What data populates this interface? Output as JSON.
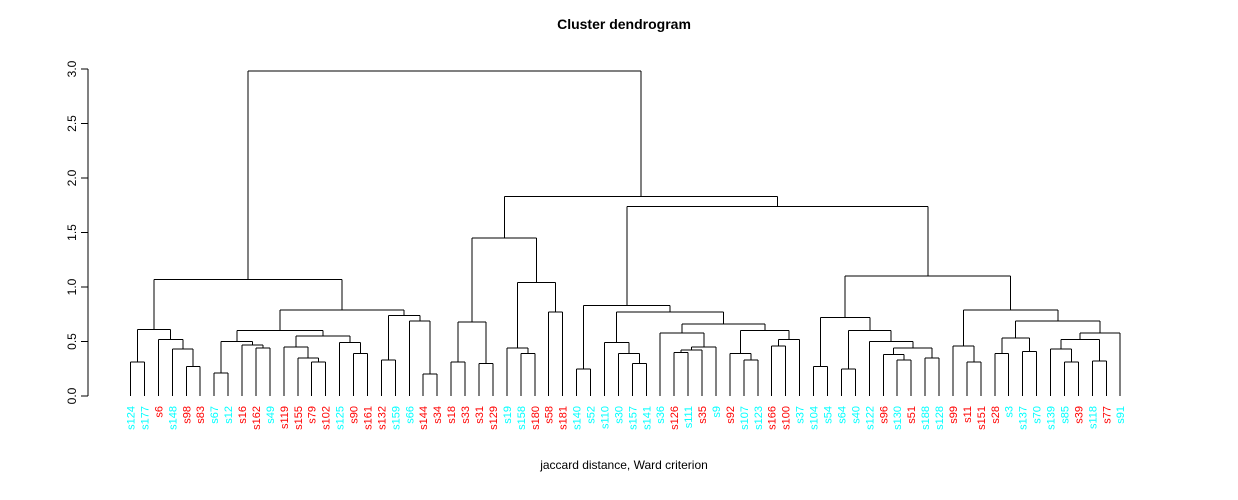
{
  "title": "Cluster dendrogram",
  "xlabel": "jaccard distance, Ward criterion",
  "colors": {
    "red": "#ff0000",
    "cyan": "#00ffff",
    "line": "#000000"
  },
  "chart_data": {
    "type": "dendrogram",
    "title": "Cluster dendrogram",
    "xlabel": "jaccard distance, Ward criterion",
    "ylabel": "",
    "ylim": [
      0,
      3.0
    ],
    "ytick_values": [
      0,
      0.5,
      1.0,
      1.5,
      2.0,
      2.5,
      3.0
    ],
    "ytick_labels": [
      "0.0",
      "0.5",
      "1.0",
      "1.5",
      "2.0",
      "2.5",
      "3.0"
    ],
    "n_leaves": 72,
    "legend": "leaf label colors indicate cluster membership: red or cyan",
    "leaves": [
      {
        "label": "s124",
        "cluster": "cyan"
      },
      {
        "label": "s177",
        "cluster": "cyan"
      },
      {
        "label": "s6",
        "cluster": "red"
      },
      {
        "label": "s148",
        "cluster": "cyan"
      },
      {
        "label": "s98",
        "cluster": "red"
      },
      {
        "label": "s83",
        "cluster": "red"
      },
      {
        "label": "s67",
        "cluster": "cyan"
      },
      {
        "label": "s12",
        "cluster": "cyan"
      },
      {
        "label": "s16",
        "cluster": "red"
      },
      {
        "label": "s162",
        "cluster": "red"
      },
      {
        "label": "s49",
        "cluster": "cyan"
      },
      {
        "label": "s119",
        "cluster": "red"
      },
      {
        "label": "s155",
        "cluster": "red"
      },
      {
        "label": "s79",
        "cluster": "red"
      },
      {
        "label": "s102",
        "cluster": "red"
      },
      {
        "label": "s125",
        "cluster": "cyan"
      },
      {
        "label": "s90",
        "cluster": "red"
      },
      {
        "label": "s161",
        "cluster": "red"
      },
      {
        "label": "s132",
        "cluster": "red"
      },
      {
        "label": "s159",
        "cluster": "cyan"
      },
      {
        "label": "s66",
        "cluster": "cyan"
      },
      {
        "label": "s144",
        "cluster": "red"
      },
      {
        "label": "s34",
        "cluster": "red"
      },
      {
        "label": "s18",
        "cluster": "red"
      },
      {
        "label": "s33",
        "cluster": "red"
      },
      {
        "label": "s31",
        "cluster": "red"
      },
      {
        "label": "s129",
        "cluster": "red"
      },
      {
        "label": "s19",
        "cluster": "cyan"
      },
      {
        "label": "s158",
        "cluster": "cyan"
      },
      {
        "label": "s180",
        "cluster": "red"
      },
      {
        "label": "s58",
        "cluster": "red"
      },
      {
        "label": "s181",
        "cluster": "red"
      },
      {
        "label": "s140",
        "cluster": "cyan"
      },
      {
        "label": "s52",
        "cluster": "cyan"
      },
      {
        "label": "s110",
        "cluster": "cyan"
      },
      {
        "label": "s30",
        "cluster": "cyan"
      },
      {
        "label": "s157",
        "cluster": "cyan"
      },
      {
        "label": "s141",
        "cluster": "cyan"
      },
      {
        "label": "s36",
        "cluster": "cyan"
      },
      {
        "label": "s126",
        "cluster": "red"
      },
      {
        "label": "s111",
        "cluster": "cyan"
      },
      {
        "label": "s35",
        "cluster": "red"
      },
      {
        "label": "s9",
        "cluster": "cyan"
      },
      {
        "label": "s92",
        "cluster": "red"
      },
      {
        "label": "s107",
        "cluster": "cyan"
      },
      {
        "label": "s123",
        "cluster": "cyan"
      },
      {
        "label": "s166",
        "cluster": "red"
      },
      {
        "label": "s100",
        "cluster": "red"
      },
      {
        "label": "s37",
        "cluster": "cyan"
      },
      {
        "label": "s104",
        "cluster": "cyan"
      },
      {
        "label": "s54",
        "cluster": "cyan"
      },
      {
        "label": "s64",
        "cluster": "cyan"
      },
      {
        "label": "s40",
        "cluster": "cyan"
      },
      {
        "label": "s122",
        "cluster": "cyan"
      },
      {
        "label": "s96",
        "cluster": "red"
      },
      {
        "label": "s130",
        "cluster": "cyan"
      },
      {
        "label": "s51",
        "cluster": "red"
      },
      {
        "label": "s188",
        "cluster": "cyan"
      },
      {
        "label": "s128",
        "cluster": "cyan"
      },
      {
        "label": "s99",
        "cluster": "red"
      },
      {
        "label": "s11",
        "cluster": "red"
      },
      {
        "label": "s151",
        "cluster": "red"
      },
      {
        "label": "s28",
        "cluster": "red"
      },
      {
        "label": "s3",
        "cluster": "cyan"
      },
      {
        "label": "s137",
        "cluster": "cyan"
      },
      {
        "label": "s70",
        "cluster": "cyan"
      },
      {
        "label": "s139",
        "cluster": "cyan"
      },
      {
        "label": "s85",
        "cluster": "cyan"
      },
      {
        "label": "s39",
        "cluster": "red"
      },
      {
        "label": "s118",
        "cluster": "cyan"
      },
      {
        "label": "s77",
        "cluster": "red"
      },
      {
        "label": "s91",
        "cluster": "cyan"
      }
    ],
    "tree": {
      "h": 2.98,
      "c": [
        {
          "h": 1.07,
          "c": [
            {
              "h": 0.61,
              "c": [
                {
                  "h": 0.31,
                  "c": [
                    "s124",
                    "s177"
                  ]
                },
                {
                  "h": 0.52,
                  "c": [
                    "s6",
                    {
                      "h": 0.43,
                      "c": [
                        "s148",
                        {
                          "h": 0.27,
                          "c": [
                            "s98",
                            "s83"
                          ]
                        }
                      ]
                    }
                  ]
                }
              ]
            },
            {
              "h": 0.79,
              "c": [
                {
                  "h": 0.6,
                  "c": [
                    {
                      "h": 0.5,
                      "c": [
                        {
                          "h": 0.21,
                          "c": [
                            "s67",
                            "s12"
                          ]
                        },
                        {
                          "h": 0.47,
                          "c": [
                            "s16",
                            {
                              "h": 0.44,
                              "c": [
                                "s162",
                                "s49"
                              ]
                            }
                          ]
                        }
                      ]
                    },
                    {
                      "h": 0.55,
                      "c": [
                        {
                          "h": 0.45,
                          "c": [
                            "s119",
                            {
                              "h": 0.35,
                              "c": [
                                "s155",
                                {
                                  "h": 0.31,
                                  "c": [
                                    "s79",
                                    "s102"
                                  ]
                                }
                              ]
                            }
                          ]
                        },
                        {
                          "h": 0.49,
                          "c": [
                            "s125",
                            {
                              "h": 0.39,
                              "c": [
                                "s90",
                                "s161"
                              ]
                            }
                          ]
                        }
                      ]
                    }
                  ]
                },
                {
                  "h": 0.74,
                  "c": [
                    {
                      "h": 0.33,
                      "c": [
                        "s132",
                        "s159"
                      ]
                    },
                    {
                      "h": 0.69,
                      "c": [
                        "s66",
                        {
                          "h": 0.2,
                          "c": [
                            "s144",
                            "s34"
                          ]
                        }
                      ]
                    }
                  ]
                }
              ]
            }
          ]
        },
        {
          "h": 1.83,
          "c": [
            {
              "h": 1.45,
              "c": [
                {
                  "h": 0.68,
                  "c": [
                    {
                      "h": 0.31,
                      "c": [
                        "s18",
                        "s33"
                      ]
                    },
                    {
                      "h": 0.3,
                      "c": [
                        "s31",
                        "s129"
                      ]
                    }
                  ]
                },
                {
                  "h": 1.04,
                  "c": [
                    {
                      "h": 0.44,
                      "c": [
                        "s19",
                        {
                          "h": 0.39,
                          "c": [
                            "s158",
                            "s180"
                          ]
                        }
                      ]
                    },
                    {
                      "h": 0.77,
                      "c": [
                        "s58",
                        "s181"
                      ]
                    }
                  ]
                }
              ]
            },
            {
              "h": 1.74,
              "c": [
                {
                  "h": 0.83,
                  "c": [
                    {
                      "h": 0.25,
                      "c": [
                        "s140",
                        "s52"
                      ]
                    },
                    {
                      "h": 0.77,
                      "c": [
                        {
                          "h": 0.49,
                          "c": [
                            "s110",
                            {
                              "h": 0.39,
                              "c": [
                                "s30",
                                {
                                  "h": 0.3,
                                  "c": [
                                    "s157",
                                    "s141"
                                  ]
                                }
                              ]
                            }
                          ]
                        },
                        {
                          "h": 0.66,
                          "c": [
                            {
                              "h": 0.58,
                              "c": [
                                "s36",
                                {
                                  "h": 0.45,
                                  "c": [
                                    {
                                      "h": 0.42,
                                      "c": [
                                        {
                                          "h": 0.4,
                                          "c": [
                                            "s126",
                                            "s111"
                                          ]
                                        },
                                        "s35"
                                      ]
                                    },
                                    "s9"
                                  ]
                                }
                              ]
                            },
                            {
                              "h": 0.6,
                              "c": [
                                {
                                  "h": 0.39,
                                  "c": [
                                    "s92",
                                    {
                                      "h": 0.33,
                                      "c": [
                                        "s107",
                                        "s123"
                                      ]
                                    }
                                  ]
                                },
                                {
                                  "h": 0.52,
                                  "c": [
                                    {
                                      "h": 0.46,
                                      "c": [
                                        "s166",
                                        "s100"
                                      ]
                                    },
                                    "s37"
                                  ]
                                }
                              ]
                            }
                          ]
                        }
                      ]
                    }
                  ]
                },
                {
                  "h": 1.1,
                  "c": [
                    {
                      "h": 0.72,
                      "c": [
                        {
                          "h": 0.27,
                          "c": [
                            "s104",
                            "s54"
                          ]
                        },
                        {
                          "h": 0.6,
                          "c": [
                            {
                              "h": 0.25,
                              "c": [
                                "s64",
                                "s40"
                              ]
                            },
                            {
                              "h": 0.5,
                              "c": [
                                "s122",
                                {
                                  "h": 0.44,
                                  "c": [
                                    {
                                      "h": 0.38,
                                      "c": [
                                        "s96",
                                        {
                                          "h": 0.33,
                                          "c": [
                                            "s130",
                                            "s51"
                                          ]
                                        }
                                      ]
                                    },
                                    {
                                      "h": 0.35,
                                      "c": [
                                        "s188",
                                        "s128"
                                      ]
                                    }
                                  ]
                                }
                              ]
                            }
                          ]
                        }
                      ]
                    },
                    {
                      "h": 0.79,
                      "c": [
                        {
                          "h": 0.46,
                          "c": [
                            "s99",
                            {
                              "h": 0.31,
                              "c": [
                                "s11",
                                "s151"
                              ]
                            }
                          ]
                        },
                        {
                          "h": 0.69,
                          "c": [
                            {
                              "h": 0.53,
                              "c": [
                                {
                                  "h": 0.39,
                                  "c": [
                                    "s28",
                                    "s3"
                                  ]
                                },
                                {
                                  "h": 0.41,
                                  "c": [
                                    "s137",
                                    "s70"
                                  ]
                                }
                              ]
                            },
                            {
                              "h": 0.58,
                              "c": [
                                {
                                  "h": 0.52,
                                  "c": [
                                    {
                                      "h": 0.43,
                                      "c": [
                                        "s139",
                                        {
                                          "h": 0.31,
                                          "c": [
                                            "s85",
                                            "s39"
                                          ]
                                        }
                                      ]
                                    },
                                    {
                                      "h": 0.32,
                                      "c": [
                                        "s118",
                                        "s77"
                                      ]
                                    }
                                  ]
                                },
                                "s91"
                              ]
                            }
                          ]
                        }
                      ]
                    }
                  ]
                }
              ]
            }
          ]
        }
      ]
    }
  }
}
